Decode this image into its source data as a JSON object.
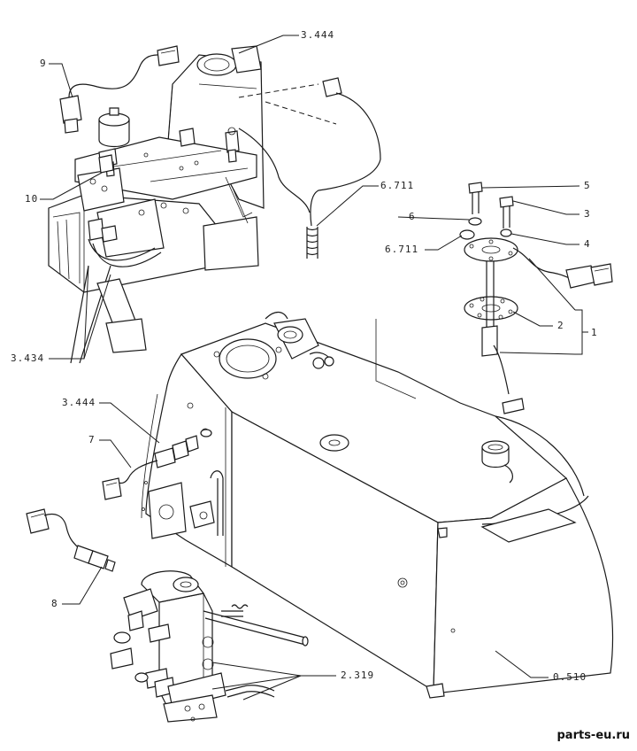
{
  "callouts": {
    "c_3444_top": "3.444",
    "c_9": "9",
    "c_10": "10",
    "c_3434": "3.434",
    "c_6711_a": "6.711",
    "c_5": "5",
    "c_6": "6",
    "c_3": "3",
    "c_6711_b": "6.711",
    "c_4": "4",
    "c_2": "2",
    "c_1": "1",
    "c_3444_left": "3.444",
    "c_7": "7",
    "c_8": "8",
    "c_2319": "2.319",
    "c_0510": "0.510"
  },
  "watermark": "parts-eu.ru"
}
